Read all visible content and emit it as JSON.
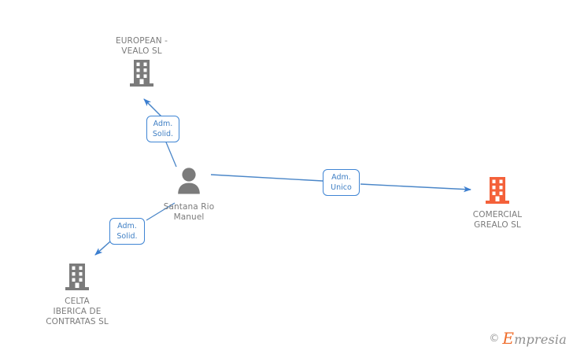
{
  "diagram": {
    "type": "org-relationship-graph",
    "background_color": "#ffffff",
    "colors": {
      "edge": "#4a86c8",
      "relation_box_border": "#3f85d4",
      "relation_box_text": "#3f7fc4",
      "node_label_text": "#7b7b7b",
      "company_gray": "#7b7b7b",
      "company_orange": "#f4613a",
      "person_gray": "#7b7b7b",
      "watermark_orange": "#ef6c2a",
      "watermark_gray": "#8e8e8e"
    },
    "nodes": [
      {
        "id": "european-vealo",
        "label": "EUROPEAN -\nVEALO SL",
        "icon": "company-building-icon",
        "icon_color": "#7b7b7b",
        "label_position": "above"
      },
      {
        "id": "santana-rio-manuel",
        "label": "Santana Rio\nManuel",
        "icon": "person-icon",
        "icon_color": "#7b7b7b",
        "label_position": "below"
      },
      {
        "id": "comercial-grealo",
        "label": "COMERCIAL\nGREALO SL",
        "icon": "company-building-icon",
        "icon_color": "#f4613a",
        "label_position": "below"
      },
      {
        "id": "celta-iberica",
        "label": "CELTA\nIBERICA DE\nCONTRATAS SL",
        "icon": "company-building-icon",
        "icon_color": "#7b7b7b",
        "label_position": "below"
      }
    ],
    "edges": [
      {
        "from": "santana-rio-manuel",
        "to": "european-vealo",
        "relation_label": "Adm.\nSolid.",
        "direction": "up-left"
      },
      {
        "from": "santana-rio-manuel",
        "to": "comercial-grealo",
        "relation_label": "Adm.\nUnico",
        "direction": "right"
      },
      {
        "from": "santana-rio-manuel",
        "to": "celta-iberica",
        "relation_label": "Adm.\nSolid.",
        "direction": "down-left"
      }
    ]
  },
  "watermark": {
    "copyright_symbol": "©",
    "brand_first_letter": "E",
    "brand_rest": "mpresia"
  }
}
